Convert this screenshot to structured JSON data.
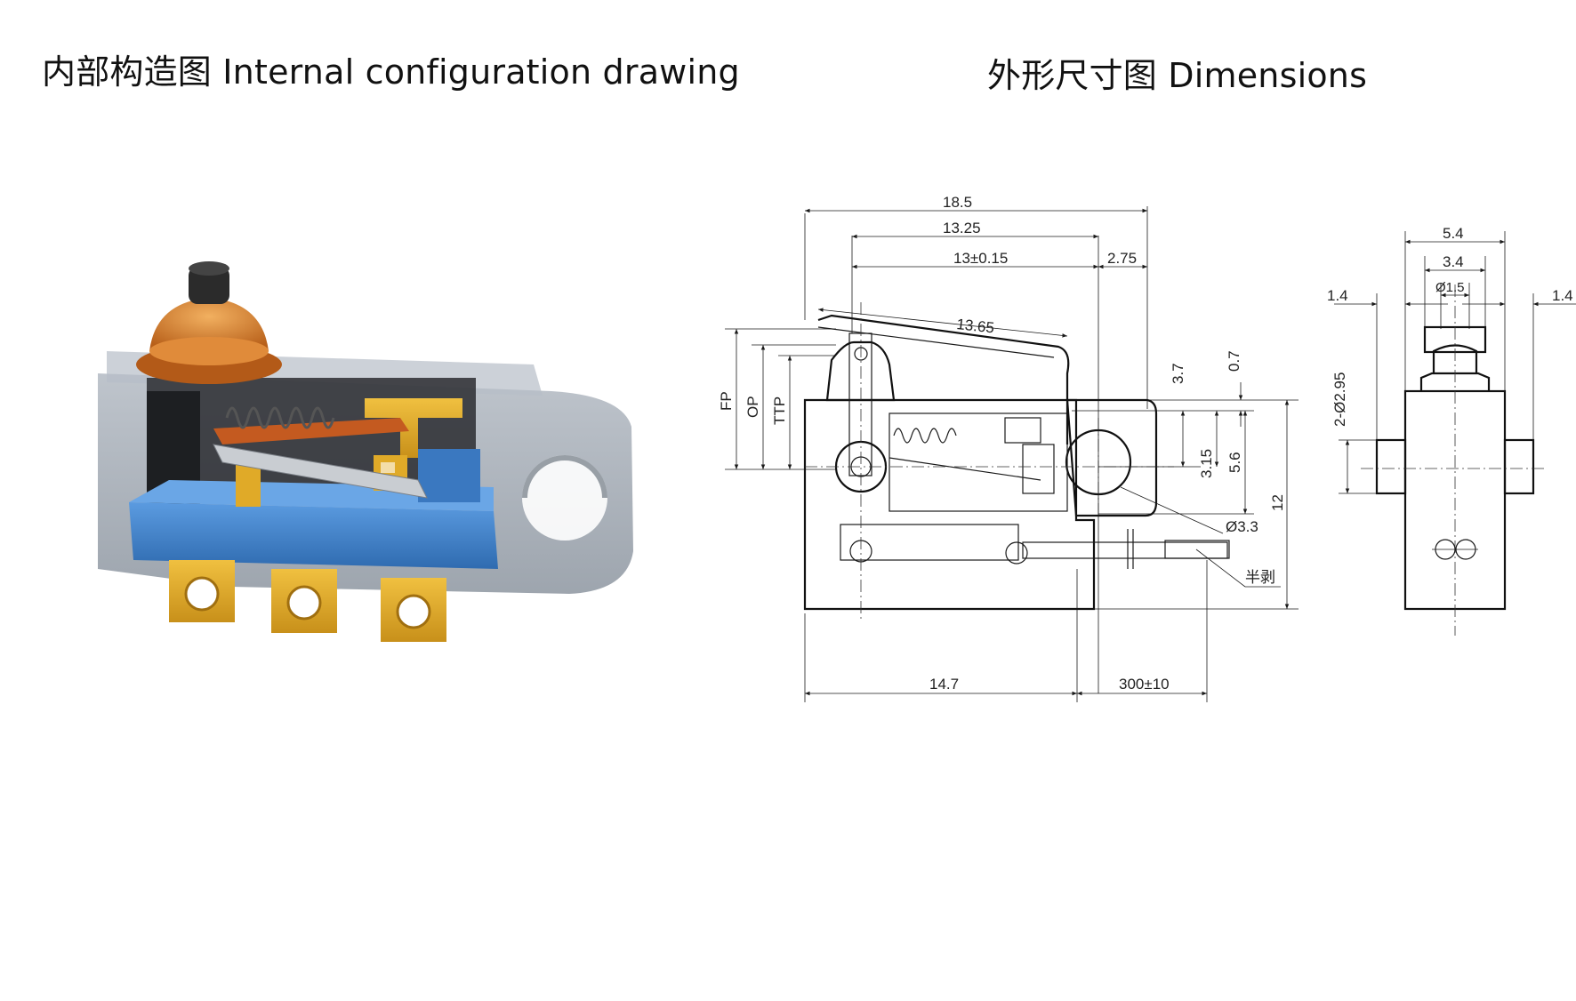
{
  "titles": {
    "left": "内部构造图 Internal configuration drawing",
    "right": "外形尺寸图 Dimensions"
  },
  "side_view": {
    "dim_18_5": "18.5",
    "dim_13_25": "13.25",
    "dim_13_pm": "13±0.15",
    "dim_2_75": "2.75",
    "dim_13_65": "13.65",
    "dim_3_7": "3.7",
    "dim_0_7": "0.7",
    "dim_3_15": "3.15",
    "dim_5_6": "5.6",
    "dim_12": "12",
    "dim_phi_3_3": "Ø3.3",
    "label_fp": "FP",
    "label_op": "OP",
    "label_ttp": "TTP",
    "dim_14_7": "14.7",
    "dim_300": "300±10",
    "label_half_strip": "半剥"
  },
  "end_view": {
    "dim_5_4": "5.4",
    "dim_3_4": "3.4",
    "dim_phi_1_5": "Ø1.5",
    "dim_1_4_left": "1.4",
    "dim_1_4_right": "1.4",
    "dim_2_phi_2_95": "2-Ø2.95"
  },
  "colors": {
    "housing": "#8e9aa6",
    "blue_base": "#3f7fc4",
    "gold_terminal": "#d9a21f",
    "orange_boot": "#d97f2a",
    "copper_lever": "#c45a20"
  }
}
